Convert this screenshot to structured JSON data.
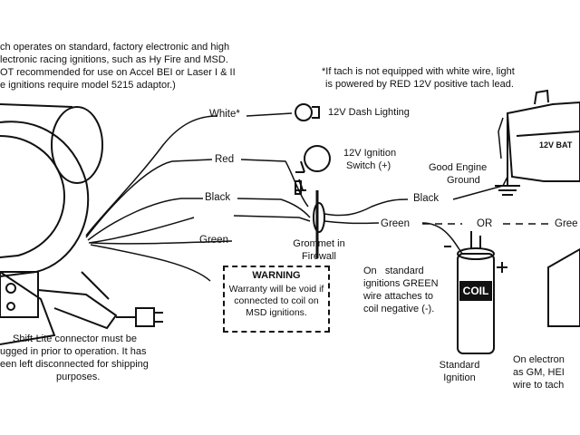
{
  "intro_lines": [
    "ch operates on standard, factory electronic and high",
    "lectronic racing ignitions, such as Hy Fire and MSD.",
    "OT recommended for use on Accel BEI or Laser I & II",
    "e ignitions require model 5215 adaptor.)"
  ],
  "note_lines": [
    "*If tach is not equipped with white wire, light",
    "is powered by RED 12V positive tach lead."
  ],
  "wires": {
    "white": "White*",
    "red": "Red",
    "black": "Black",
    "green": "Green",
    "black2": "Black",
    "green2": "Green",
    "or": "OR",
    "green3": "Gree"
  },
  "labels": {
    "dash_lighting": "12V Dash Lighting",
    "ignition_switch": [
      "12V Ignition",
      "Switch (+)"
    ],
    "ground": [
      "Good Engine",
      "Ground"
    ],
    "grommet": [
      "Grommet in",
      "Firewall"
    ],
    "battery": "12V BAT",
    "coil": "COIL",
    "standard_ignition": [
      "Standard",
      "Ignition"
    ],
    "coil_note": [
      "On   standard",
      "ignitions GREEN",
      "wire attaches to",
      "coil negative (-)."
    ],
    "electronic_note": [
      "On electron",
      "as GM, HEI",
      "wire to tach"
    ],
    "shift_lite": [
      "Shift-Lite connector must be",
      "ugged in prior to operation. It has",
      "een left disconnected for shipping",
      "purposes."
    ]
  },
  "warning": {
    "title": "WARNING",
    "body": "Warranty will be void if connected to coil on MSD ignitions."
  }
}
